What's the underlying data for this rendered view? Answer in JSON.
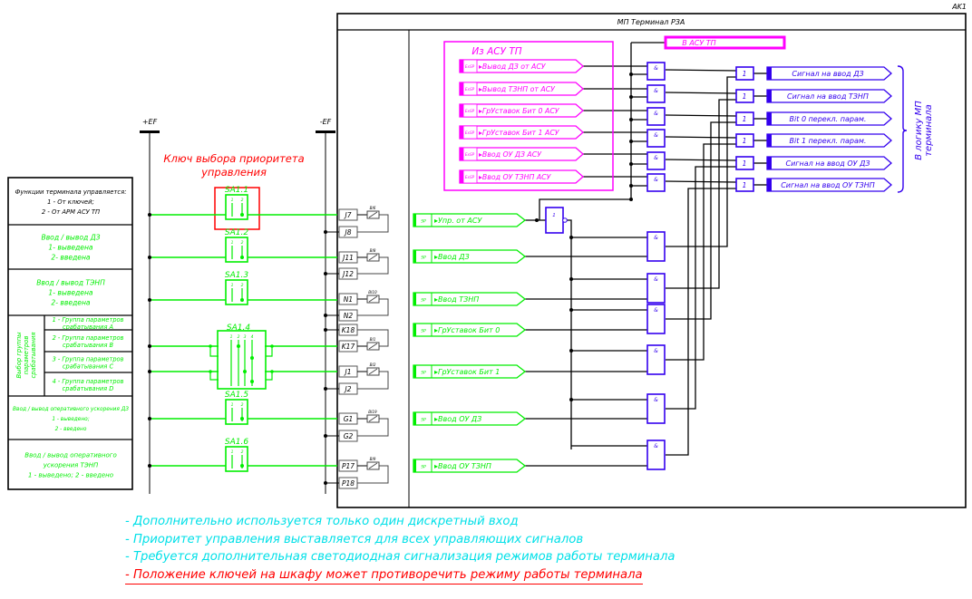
{
  "terminal": {
    "designation": "AK1",
    "title": "МП Терминал РЗА"
  },
  "buses": {
    "plus": "+EF",
    "minus": "-EF"
  },
  "priority_key_label": [
    "Ключ выбора приоритета",
    "управления"
  ],
  "left_table": {
    "rows": [
      {
        "lines": [
          "Функции терминала управляется:",
          "1 - От ключей;",
          "2 - От АРМ АСУ ТП"
        ],
        "color": "black"
      },
      {
        "lines": [
          "Ввод / вывод ДЗ",
          "1- выведена",
          "2- введена"
        ],
        "color": "green"
      },
      {
        "lines": [
          "Ввод / вывод ТЭНП",
          "1- выведена",
          "2- введена"
        ],
        "color": "green"
      },
      {
        "lines": [
          "Ввод / вывод оперативного ускорения ДЗ",
          "1 - выведено;",
          "2 - введено"
        ],
        "color": "green"
      },
      {
        "lines": [
          "Ввод / вывод оперативного",
          "ускорения ТЭНП",
          "1 - выведено; 2 - введено"
        ],
        "color": "green"
      }
    ],
    "group_select": {
      "label": [
        "Выбор группы",
        "параметров",
        "срабатывания"
      ],
      "items": [
        [
          "1 - Группа параметров",
          "срабатывания A"
        ],
        [
          "2 - Группа параметров",
          "срабатывания B"
        ],
        [
          "3 - Группа параметров",
          "срабатывания C"
        ],
        [
          "4 - Группа параметров",
          "срабатывания D"
        ]
      ]
    }
  },
  "switches": [
    {
      "id": "SA1.1",
      "contacts": [
        "1",
        "2"
      ]
    },
    {
      "id": "SA1.2",
      "contacts": [
        "1",
        "2"
      ]
    },
    {
      "id": "SA1.3",
      "contacts": [
        "1",
        "2"
      ]
    },
    {
      "id": "SA1.4",
      "contacts": [
        "1",
        "2",
        "3",
        "4"
      ]
    },
    {
      "id": "SA1.5",
      "contacts": [
        "1",
        "2"
      ]
    },
    {
      "id": "SA1.6",
      "contacts": [
        "1",
        "2"
      ]
    }
  ],
  "terminals": [
    {
      "a": "J7",
      "b": "J8",
      "bi": "BI6"
    },
    {
      "a": "J11",
      "b": "J12",
      "bi": "BI8"
    },
    {
      "a": "N1",
      "b": "N2",
      "bi": "BI10"
    },
    {
      "a": "K18",
      "b": "K17",
      "bi": "BI1"
    },
    {
      "a": "J1",
      "b": "J2",
      "bi": "BI2"
    },
    {
      "a": "G1",
      "b": "G2",
      "bi": "BI19"
    },
    {
      "a": "P17",
      "b": "P18",
      "bi": "BI9"
    }
  ],
  "sp_inputs": {
    "tag": "SP",
    "labels": [
      "Упр. от АСУ",
      "Ввод ДЗ",
      "Ввод ТЗНП",
      "ГрУставок Бит 0",
      "ГрУставок Бит 1",
      "Ввод ОУ ДЗ",
      "Ввод ОУ ТЗНП"
    ]
  },
  "from_asu": {
    "title": "Из АСУ ТП",
    "tag": "ExSP",
    "labels": [
      "Вывод ДЗ от АСУ",
      "Вывод ТЗНП от АСУ",
      "ГрУставок Бит 0 АСУ",
      "ГрУставок Бит 1 АСУ",
      "Ввод ОУ ДЗ АСУ",
      "Ввод ОУ ТЗНП АСУ"
    ]
  },
  "to_asu": {
    "label": "В АСУ ТП"
  },
  "gates": {
    "and": "&",
    "or": "1",
    "not": "1"
  },
  "outputs": {
    "labels": [
      "Сигнал на ввод ДЗ",
      "Сигнал на ввод ТЗНП",
      "Bit 0 перекл. парам.",
      "Bit 1 перекл. парам.",
      "Сигнал на ввод ОУ ДЗ",
      "Сигнал на ввод ОУ ТЗНП"
    ],
    "brace_label": [
      "В логику МП",
      "терминала"
    ]
  },
  "notes": [
    {
      "text": "- Дополнительно используется только один  дискретный вход",
      "style": "cyan"
    },
    {
      "text": "- Приоритет управления выставляется для всех управляющих сигналов",
      "style": "cyan"
    },
    {
      "text": "- Требуется дополнительная светодиодная сигнализация режимов работы терминала",
      "style": "cyan"
    },
    {
      "text": "- Положение ключей на шкафу может противоречить режиму работы терминала",
      "style": "red"
    }
  ],
  "colors": {
    "green": "#00ee00",
    "blue": "#3300ee",
    "magenta": "#ff00ff",
    "red": "#ff0000",
    "cyan": "#00e0e8",
    "black": "#000000"
  }
}
